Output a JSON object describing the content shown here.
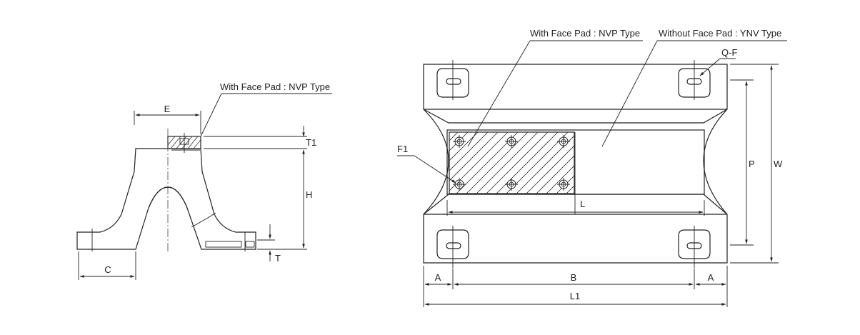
{
  "side_view": {
    "callout_face_pad": "With Face Pad : NVP Type",
    "dim_E": "E",
    "dim_T1": "T1",
    "dim_H": "H",
    "dim_T": "T",
    "dim_C": "C"
  },
  "front_view": {
    "callout_face_pad": "With Face Pad : NVP Type",
    "callout_without_face_pad": "Without Face Pad : YNV Type",
    "callout_QF": "Q-F",
    "callout_F1": "F1",
    "dim_P": "P",
    "dim_W": "W",
    "dim_L": "L",
    "dim_A_left": "A",
    "dim_B": "B",
    "dim_A_right": "A",
    "dim_L1": "L1"
  }
}
